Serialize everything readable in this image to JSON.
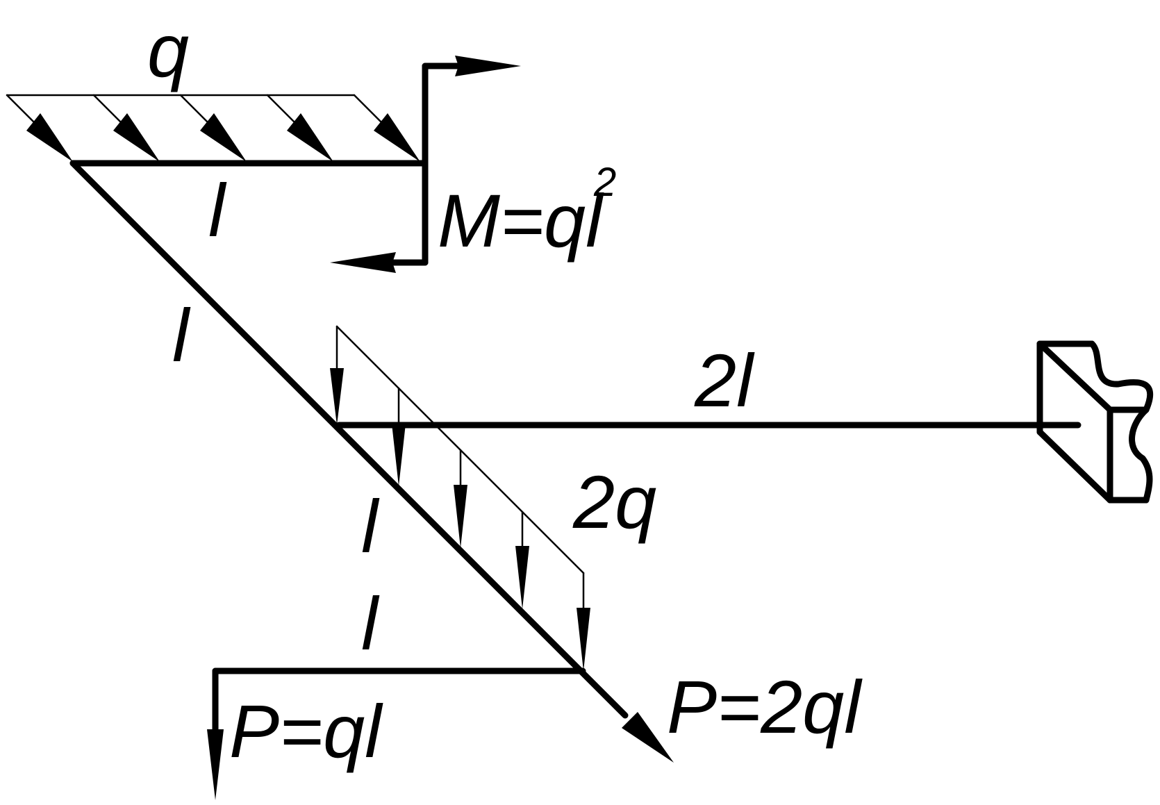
{
  "labels": {
    "q_top": "q",
    "l_top_beam": "l",
    "moment": "M=ql",
    "moment_exp": "2",
    "l_diag_upper": "l",
    "two_l": "2l",
    "two_q": "2q",
    "l_diag_mid": "l",
    "l_bottom_beam": "l",
    "p_ql": "P=ql",
    "p_2ql": "P=2ql"
  },
  "colors": {
    "line": "#000000",
    "background": "#ffffff"
  }
}
